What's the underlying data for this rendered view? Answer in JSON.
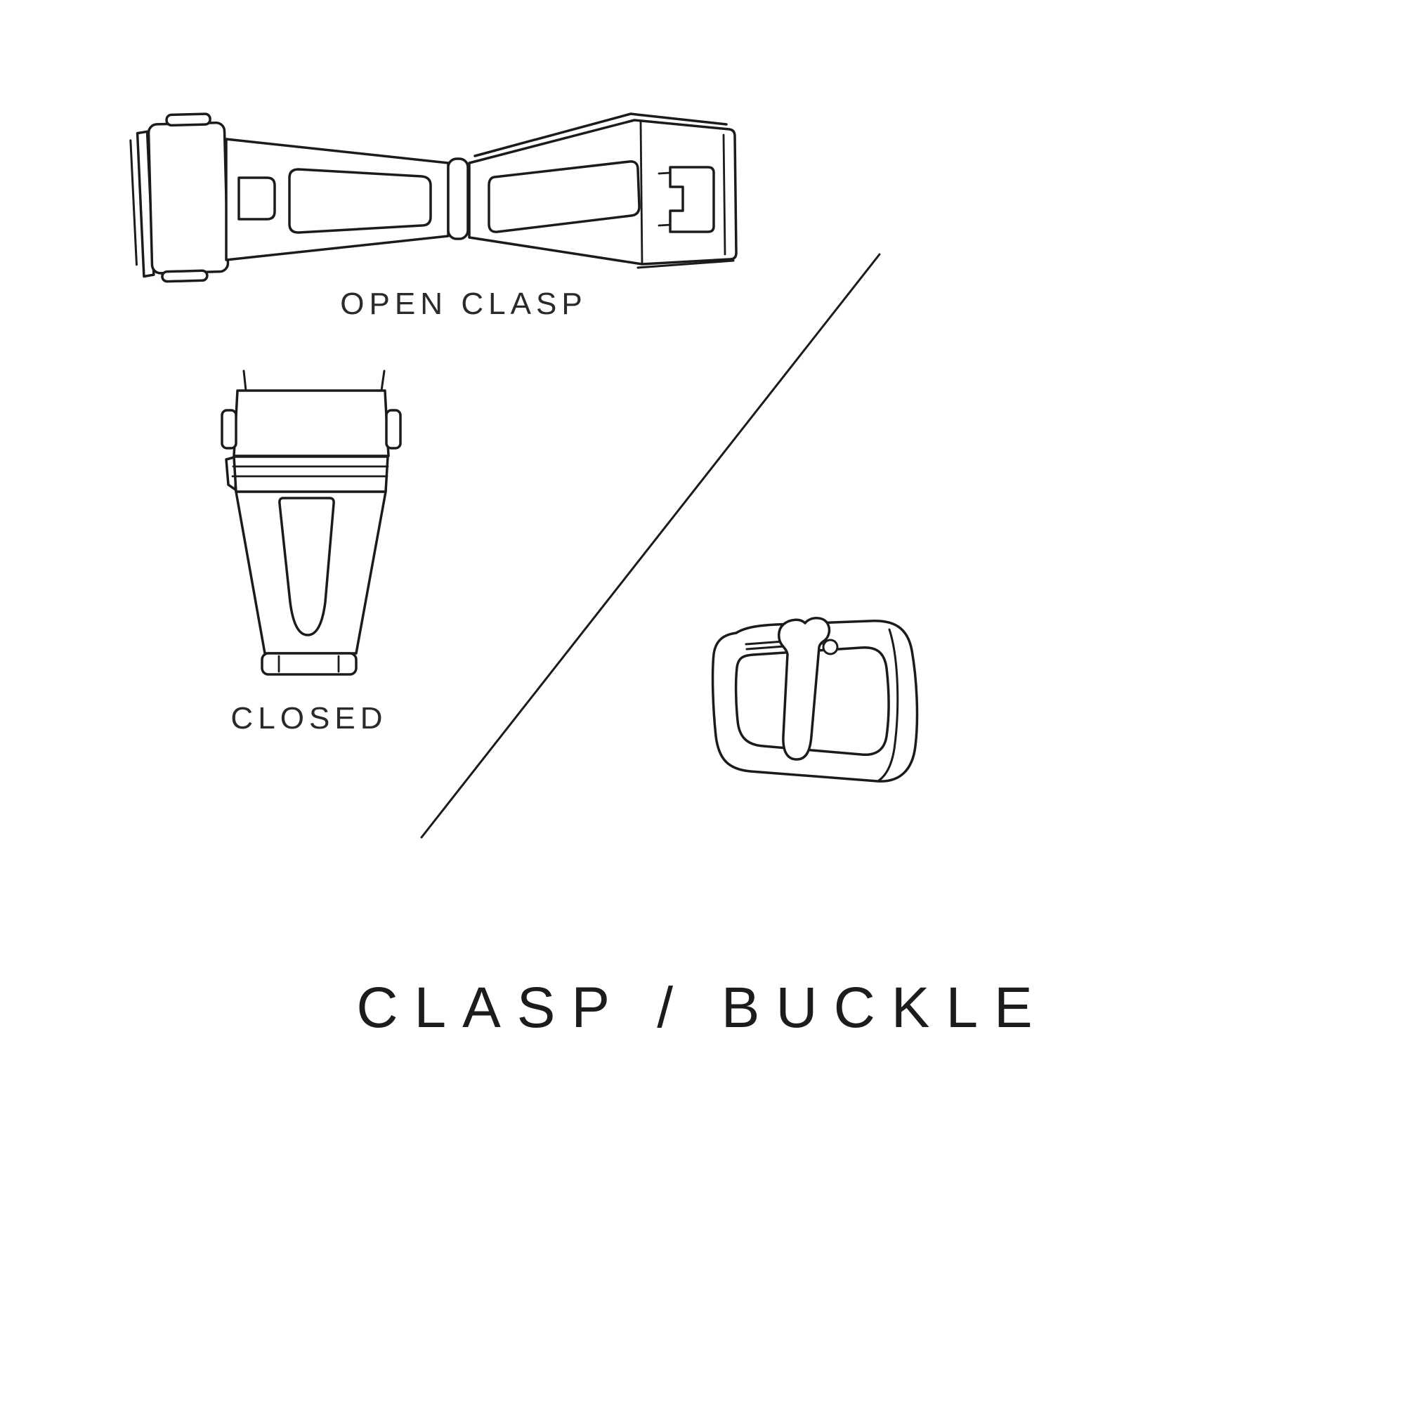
{
  "title": "CLASP / BUCKLE",
  "labels": {
    "open_clasp": "OPEN CLASP",
    "closed": "CLOSED"
  },
  "figures": {
    "top": "open-clasp-illustration",
    "middle_left": "closed-clasp-illustration",
    "bottom_right": "buckle-illustration",
    "separator": "diagonal-divider-line"
  },
  "colors": {
    "background": "#ffffff",
    "line": "#1b1b1b",
    "text": "#1f1f1f"
  }
}
